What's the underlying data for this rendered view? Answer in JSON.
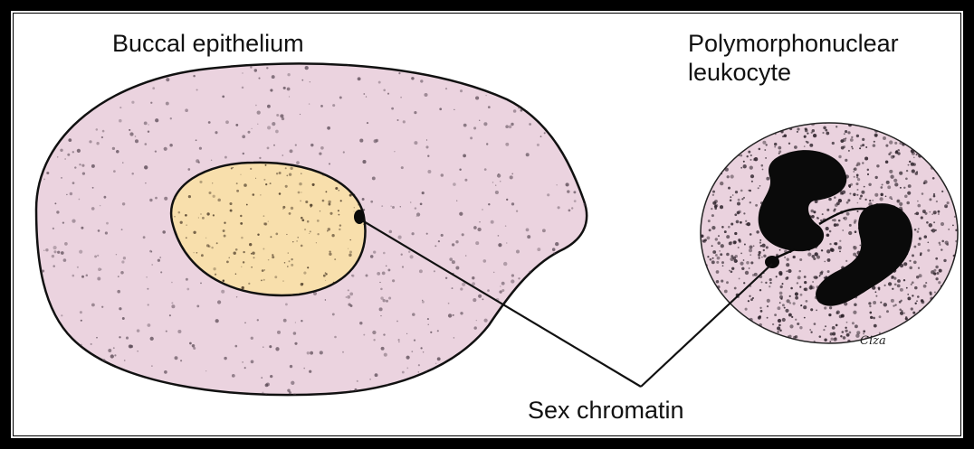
{
  "labels": {
    "buccal": "Buccal epithelium",
    "pmn_line1": "Polymorphonuclear",
    "pmn_line2": "leukocyte",
    "sex_chromatin": "Sex chromatin"
  },
  "signature": "Ciza",
  "colors": {
    "frame": "#000000",
    "cytoplasm": "#ebd3df",
    "buccal_nucleus": "#f8dfac",
    "pmn_cytoplasm": "#ead2de",
    "stipple": "#5a4a55",
    "nucleus_lobes": "#0a0a0a"
  }
}
